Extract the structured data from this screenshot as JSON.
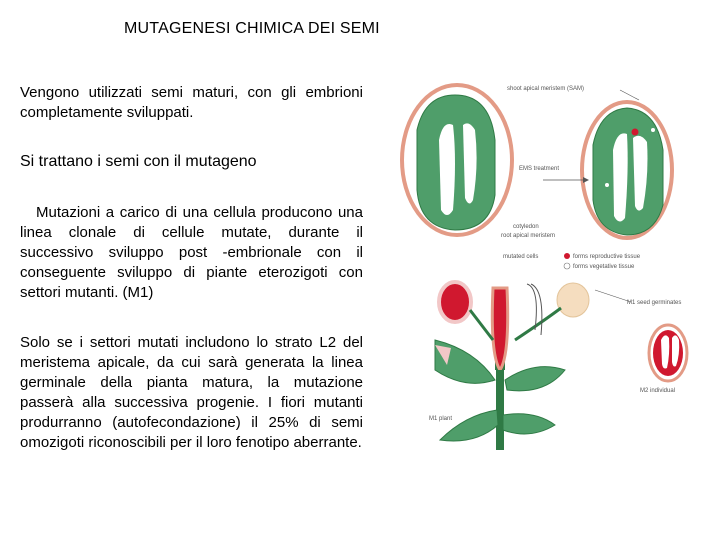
{
  "title": "MUTAGENESI CHIMICA  DEI SEMI",
  "paragraphs": [
    "Vengono utilizzati semi maturi, con gli embrioni completamente sviluppati.",
    "Si trattano i semi con il mutageno",
    "Mutazioni a carico di una cellula producono una linea clonale di cellule mutate, durante il successivo sviluppo post -embrionale con il conseguente sviluppo di piante eterozigoti con settori mutanti. (M1)",
    "Solo se i settori mutati includono lo strato L2  del meristema apicale, da cui sarà generata la linea germinale della pianta matura, la mutazione passerà alla successiva progenie. I fiori mutanti produrranno (autofecondazione) il 25% di semi omozigoti riconoscibili per il loro fenotipo aberrante."
  ],
  "figure": {
    "labels": {
      "sam": "shoot apical meristem (SAM)",
      "ems": "EMS treatment",
      "cotyledon": "cotyledon",
      "root_meristem": "root apical meristem",
      "mutated_cells": "mutated cells",
      "legend_reproductive": "forms reproductive tissue",
      "legend_vegetative": "forms vegetative tissue",
      "m1_seed": "M1 seed germinates",
      "m2": "M2 individual",
      "m1_plant": "M1 plant"
    },
    "colors": {
      "green": "#4f9e6a",
      "dark_green": "#2f7a45",
      "red": "#d0182f",
      "seed_coat": "#e39b86",
      "pink": "#f2c7c7"
    }
  }
}
